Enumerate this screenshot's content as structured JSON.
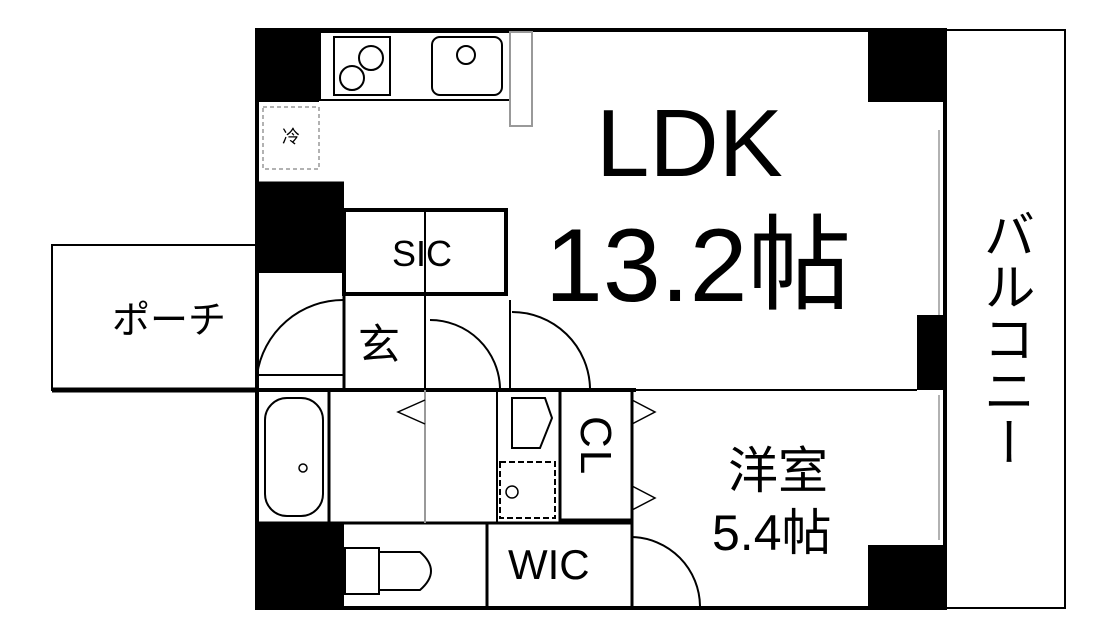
{
  "rooms": {
    "ldk": {
      "name": "LDK",
      "size": "13.2帖"
    },
    "western": {
      "name": "洋室",
      "size": "5.4帖"
    },
    "sic": "SIC",
    "entrance": "玄",
    "porch": "ポーチ",
    "closet": "CL",
    "wic": "WIC",
    "balcony": "バルコニー",
    "fridge": "冷"
  },
  "colors": {
    "wall": "#000000",
    "background": "#ffffff",
    "fixture": "#999999"
  }
}
